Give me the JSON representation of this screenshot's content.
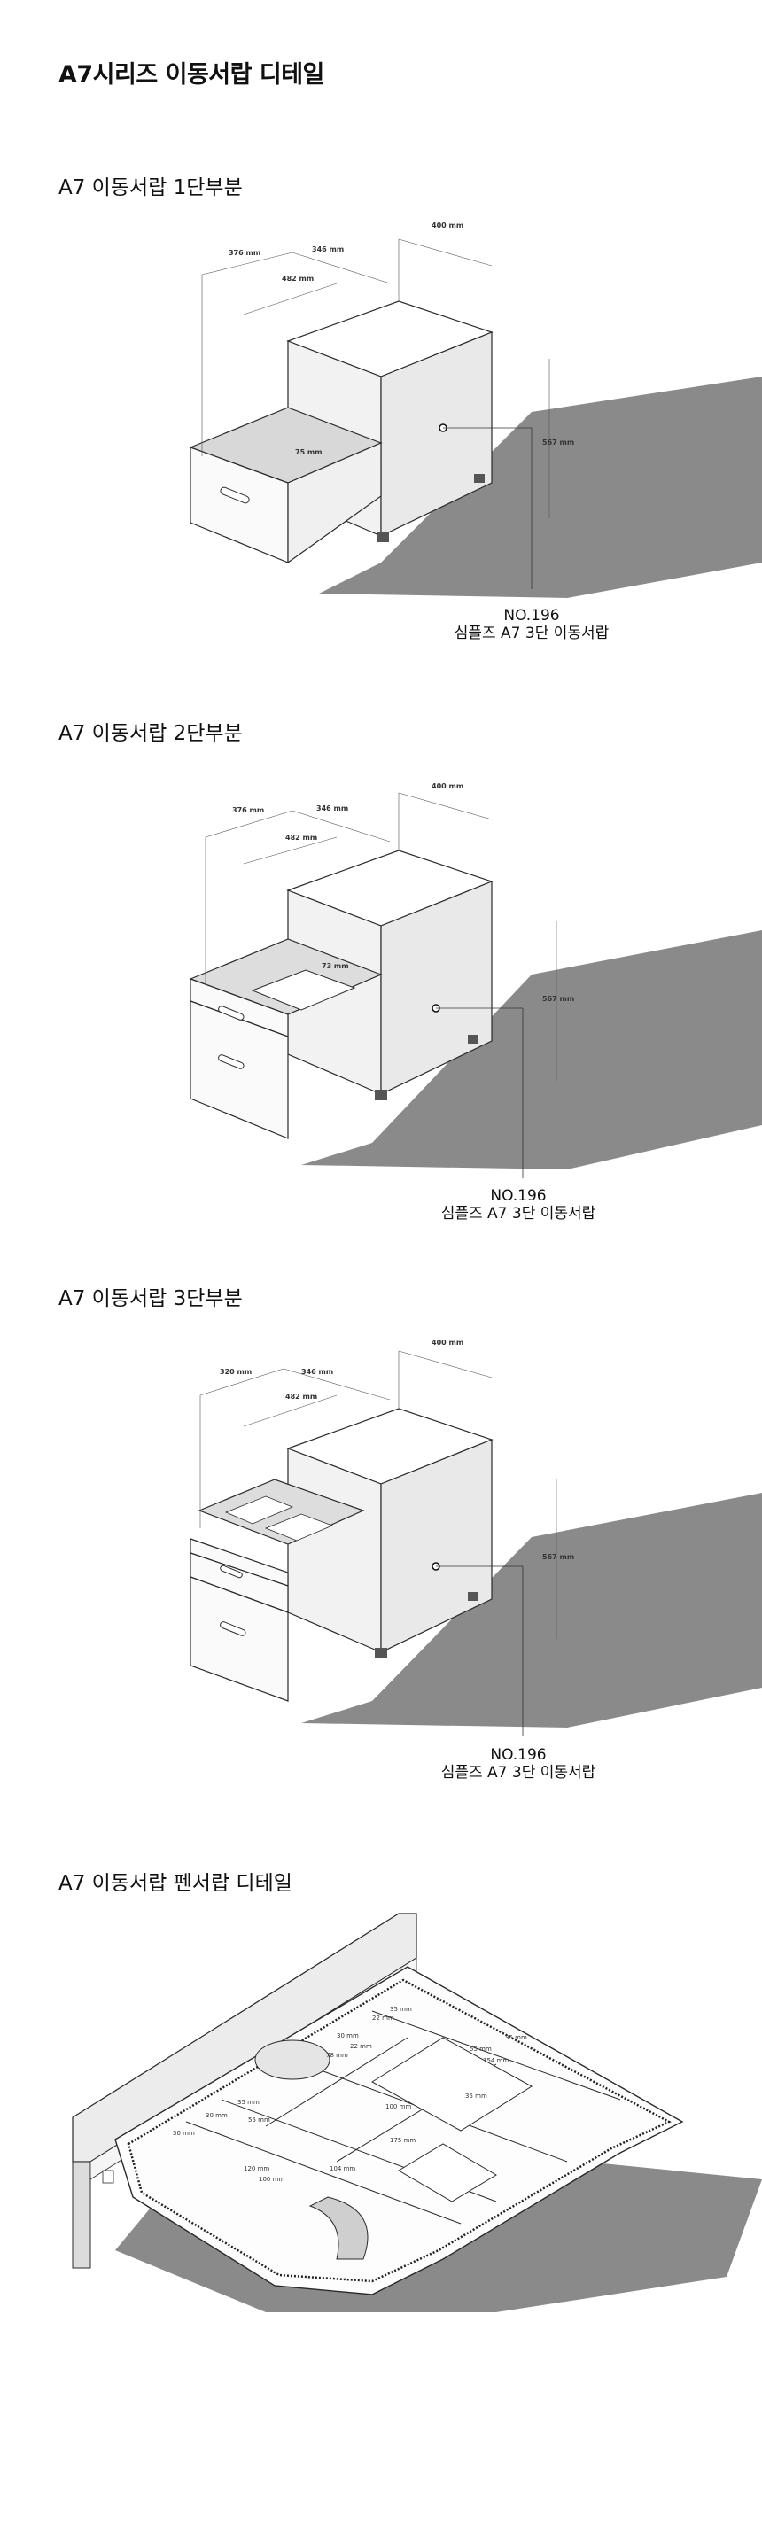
{
  "page_title": "A7시리즈 이동서랍 디테일",
  "sections": [
    {
      "title": "A7 이동서랍 1단부분",
      "dims": {
        "front_depth": "376 mm",
        "inner_depth": "346 mm",
        "inner_width": "482 mm",
        "width": "400 mm",
        "height": "567 mm",
        "inner_height": "75 mm"
      },
      "caption": {
        "line1": "NO.196",
        "line2": "심플즈 A7 3단 이동서랍"
      }
    },
    {
      "title": "A7 이동서랍 2단부분",
      "dims": {
        "front_depth": "376 mm",
        "inner_depth": "346 mm",
        "inner_width": "482 mm",
        "width": "400 mm",
        "height": "567 mm",
        "inner_height": "73 mm"
      },
      "caption": {
        "line1": "NO.196",
        "line2": "심플즈 A7 3단 이동서랍"
      }
    },
    {
      "title": "A7 이동서랍 3단부분",
      "dims": {
        "front_depth": "320 mm",
        "inner_depth": "346 mm",
        "inner_width": "482 mm",
        "width": "400 mm",
        "height": "567 mm"
      },
      "caption": {
        "line1": "NO.196",
        "line2": "심플즈 A7 3단 이동서랍"
      }
    },
    {
      "title": "A7 이동서랍 펜서랍 디테일",
      "labels": [
        "35 mm",
        "22 mm",
        "30 mm",
        "22 mm",
        "78 mm",
        "35 mm",
        "55 mm",
        "154 mm",
        "35 mm",
        "100 mm",
        "175 mm",
        "30 mm",
        "35 mm",
        "55 mm",
        "30 mm",
        "120 mm",
        "100 mm",
        "104 mm"
      ]
    }
  ],
  "colors": {
    "shadow": "#8a8a8a",
    "outline": "#2a2a2a",
    "face": "#ffffff",
    "side": "#e9e9e9"
  }
}
